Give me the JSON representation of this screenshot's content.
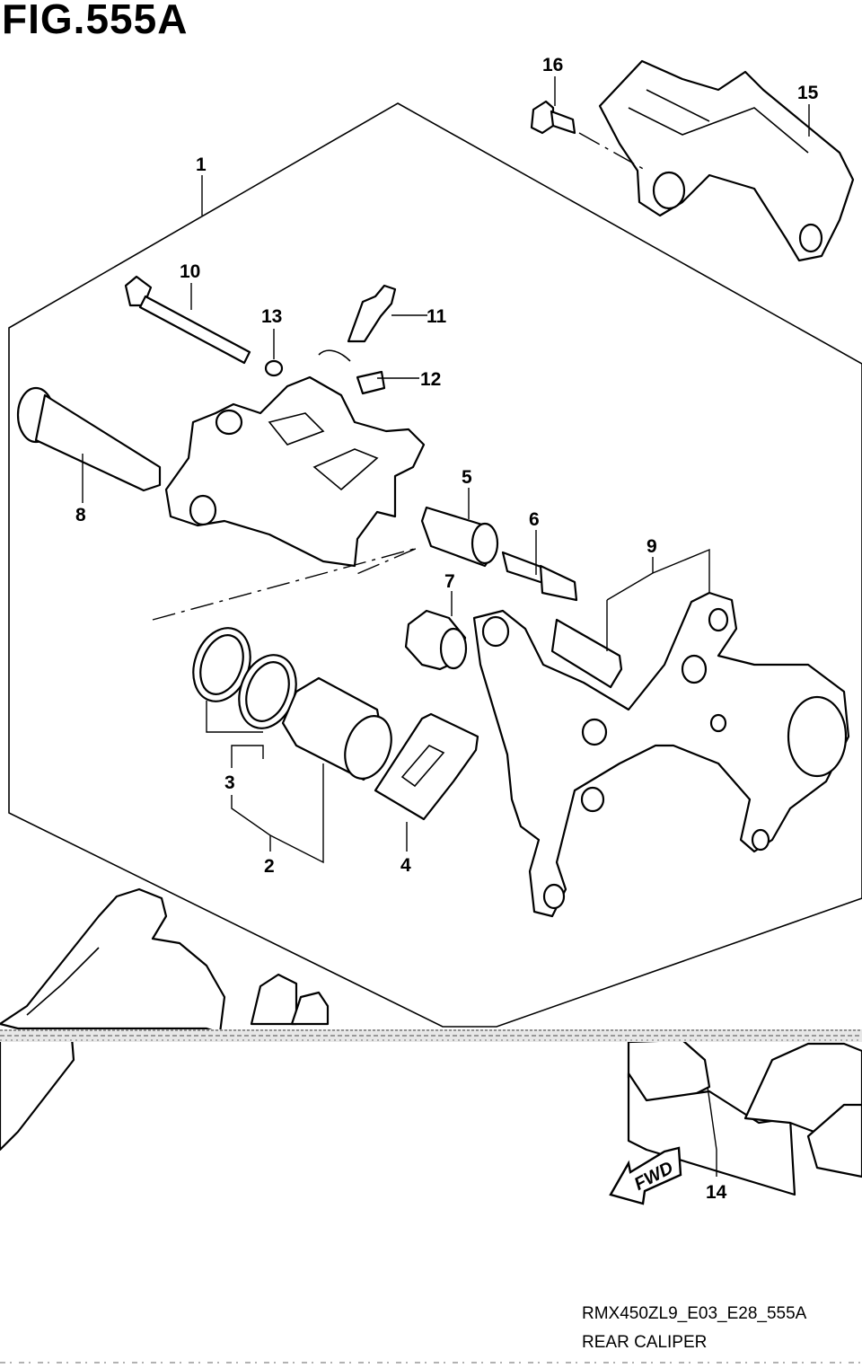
{
  "figure": {
    "title": "FIG.555A",
    "code": "RMX450ZL9_E03_E28_555A",
    "caption": "REAR CALIPER",
    "fwd_arrow_text": "FWD"
  },
  "callouts": [
    "1",
    "2",
    "3",
    "4",
    "5",
    "6",
    "7",
    "8",
    "9",
    "10",
    "11",
    "12",
    "13",
    "14",
    "15",
    "16"
  ]
}
